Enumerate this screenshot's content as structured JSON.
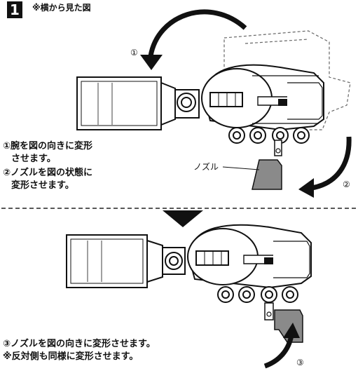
{
  "header": {
    "step_number": "1",
    "title": "※横から見た図"
  },
  "callouts": {
    "c1": "①",
    "c2": "②",
    "c3": "③",
    "nozzle_label": "ノズル"
  },
  "instructions": {
    "top_line1": "①腕を図の向きに変形",
    "top_line2": "させます。",
    "top_line3": "②ノズルを図の状態に",
    "top_line4": "変形させます。",
    "bottom_line1": "③ノズルを図の向きに変形させます。",
    "bottom_line2": "※反対側も同様に変形させます。"
  },
  "colors": {
    "ink": "#111111",
    "nozzle_gray": "#8a8a8a",
    "divider": "#222222"
  }
}
